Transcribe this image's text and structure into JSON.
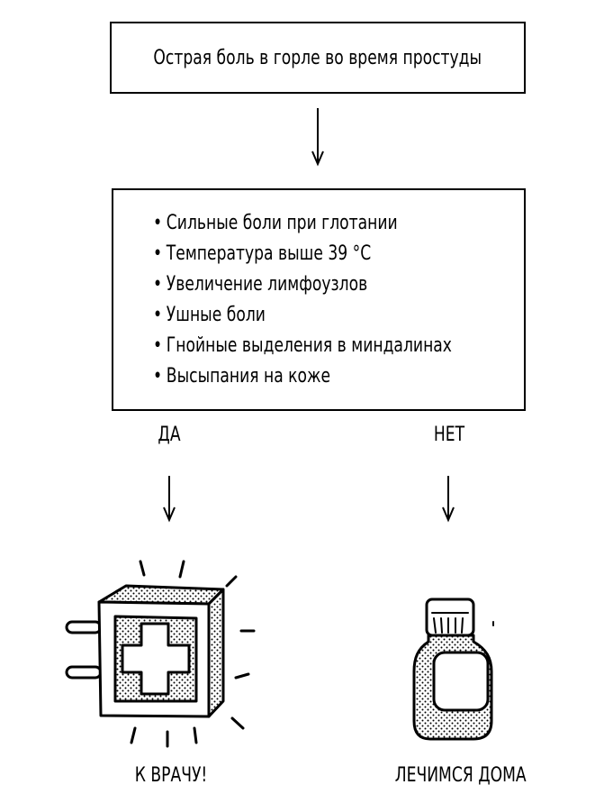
{
  "title": "Острая боль в горле во время простуды",
  "symptoms": [
    "Сильные боли при глотании",
    "Температура выше 39 °С",
    "Увеличение лимфоузлов",
    "Ушные боли",
    "Гнойные выделения в миндалинах",
    "Высыпания на коже"
  ],
  "bullet": "•",
  "branches": {
    "yes": {
      "label": "ДА",
      "result": "К ВРАЧУ!",
      "icon": "first-aid-kit-icon"
    },
    "no": {
      "label": "НЕТ",
      "result": "ЛЕЧИМСЯ ДОМА",
      "icon": "medicine-bottle-icon"
    }
  }
}
